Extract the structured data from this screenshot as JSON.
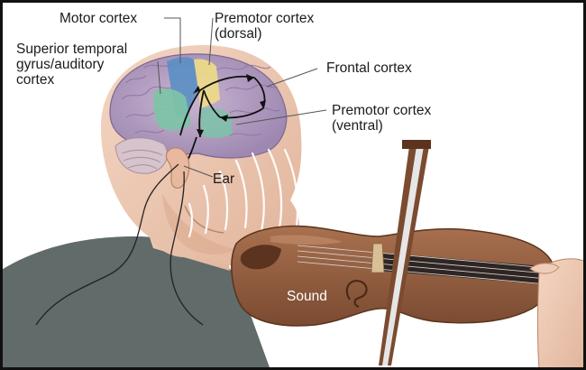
{
  "labels": {
    "motor_cortex": "Motor cortex",
    "premotor_dorsal": "Premotor cortex\n(dorsal)",
    "superior_temporal": "Superior temporal\ngyrus/auditory\ncortex",
    "frontal_cortex": "Frontal cortex",
    "premotor_ventral": "Premotor cortex\n(ventral)",
    "ear": "Ear",
    "sound": "Sound"
  },
  "colors": {
    "frame": "#111111",
    "background": "#ffffff",
    "skin": "#eecab4",
    "skin_shadow": "#d9a98c",
    "shirt": "#616b69",
    "brain": "#b9a3c4",
    "brain_fold": "#8d73a0",
    "motor_region": "#5b8fc4",
    "premotor_region": "#ecd98a",
    "auditory_region": "#7dc3a8",
    "cerebellum": "#d6c3cc",
    "violin": "#8e5a3e",
    "violin_dark": "#5b331f",
    "leader_line": "#555555",
    "pathway_arrow": "#111111",
    "sound_wave": "#ffffff"
  },
  "icons": [
    "brain-illustration",
    "violin-illustration",
    "sound-waves",
    "neural-pathway-arrows"
  ]
}
